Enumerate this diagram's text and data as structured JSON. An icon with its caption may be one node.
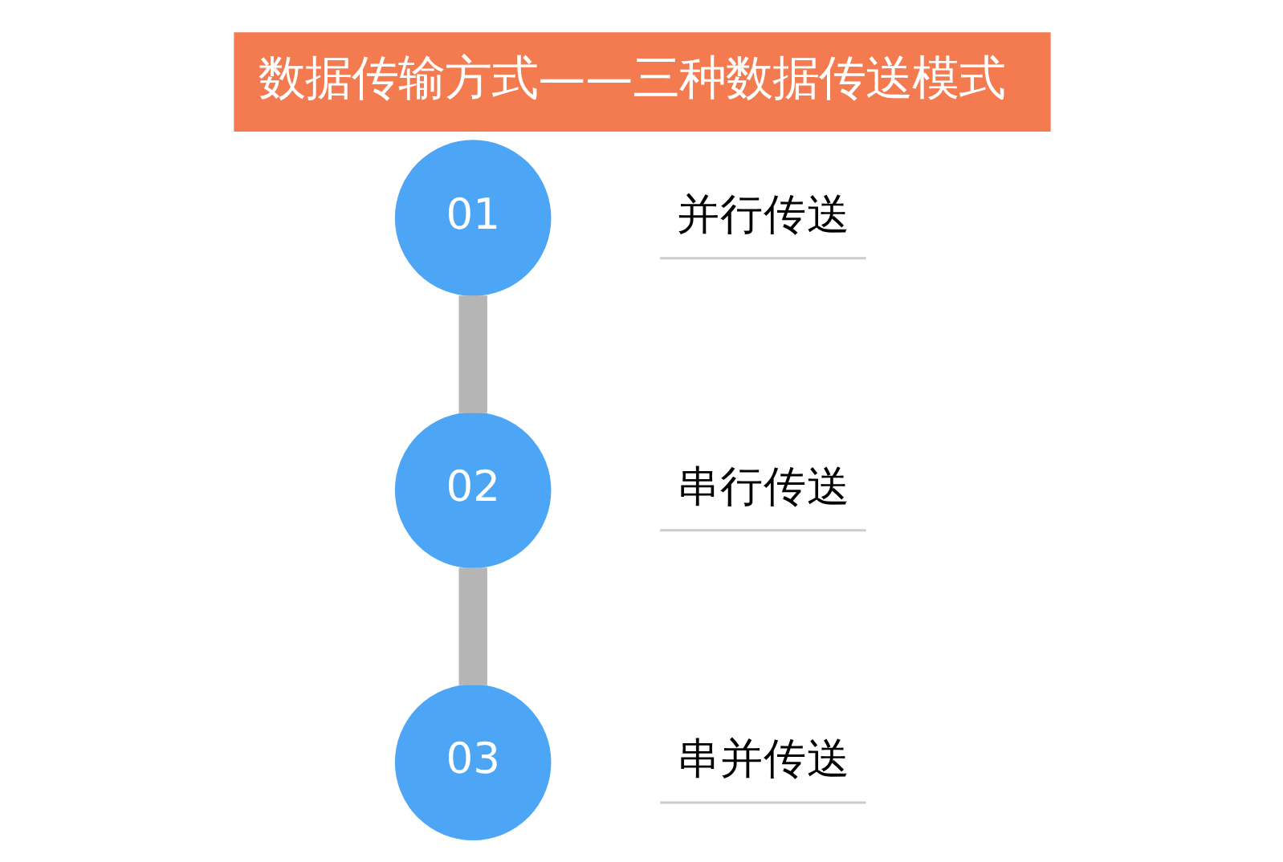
{
  "diagram": {
    "title": "数据传输方式——三种数据传送模式",
    "nodes": [
      {
        "text": [
          "01"
        ],
        "beside": [
          "并行传送"
        ]
      },
      {
        "text": [
          "02"
        ],
        "beside": [
          "串行传送"
        ]
      },
      {
        "text": [
          "03"
        ],
        "beside": [
          "串并传送"
        ]
      }
    ],
    "edges": [
      {
        "from": 0,
        "to": 1,
        "arrow": "none"
      },
      {
        "from": 1,
        "to": 2,
        "arrow": "none"
      }
    ]
  }
}
